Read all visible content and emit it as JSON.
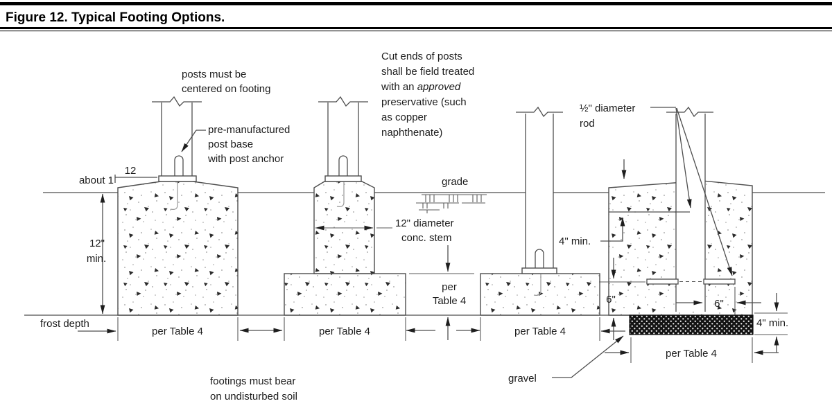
{
  "figure": {
    "title": "Figure 12. Typical Footing Options."
  },
  "notes": {
    "posts_centered": {
      "line1": "posts must be",
      "line2": "centered on footing"
    },
    "post_base": {
      "line1": "pre-manufactured",
      "line2": "post base",
      "line3": "with post anchor"
    },
    "cut_ends": {
      "line1": "Cut ends of posts",
      "line2": "shall be field treated",
      "line3_pre": "with an ",
      "line3_italic": "approved",
      "line4": "preservative (such",
      "line5": "as copper",
      "line6": "naphthenate)"
    },
    "rod": {
      "line1": "½\" diameter",
      "line2": "rod"
    },
    "grade": "grade",
    "frost_depth": "frost depth",
    "bearing": {
      "line1": "footings must bear",
      "line2": "on  undisturbed soil"
    },
    "gravel": "gravel"
  },
  "dimensions": {
    "slope_about": "about 1",
    "slope_run": "12",
    "depth_value": "12\"",
    "depth_min": "min.",
    "stem": {
      "line1": "12\" diameter",
      "line2": "conc. stem"
    },
    "pad_thickness": {
      "line1": "per",
      "line2": "Table 4"
    },
    "embed_min": "4\" min.",
    "rod_height": "6\"",
    "rod_projection": "6\"",
    "gravel_min": "4\" min.",
    "width_footing1": "per Table 4",
    "width_footing2": "per Table 4",
    "width_footing3": "per Table 4",
    "width_footing4": "per Table 4"
  }
}
